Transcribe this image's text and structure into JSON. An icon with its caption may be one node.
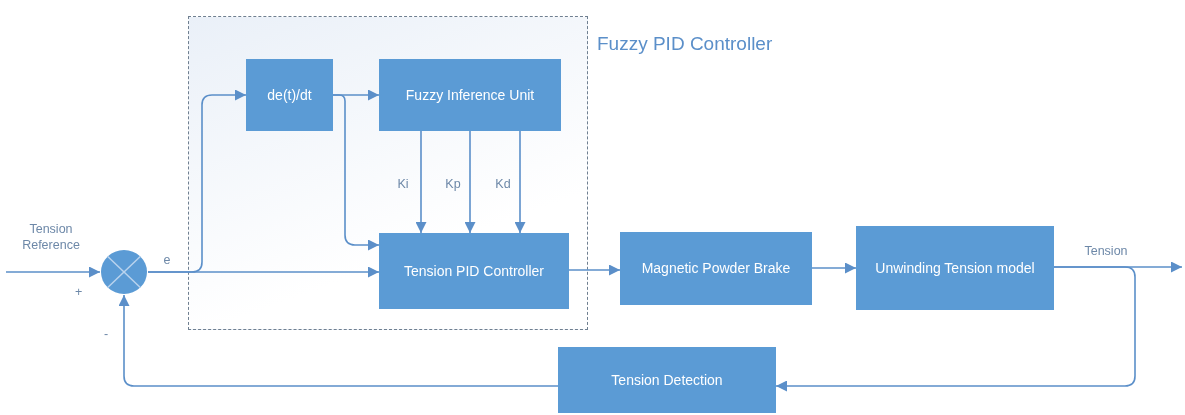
{
  "diagram": {
    "nodes": [
      {
        "text": [
          "Fuzzy PID Controller"
        ]
      },
      {
        "text": [],
        "shape": "circle"
      },
      {
        "text": [
          "de(t)/dt"
        ],
        "in": 0
      },
      {
        "text": [
          "Fuzzy Inference Unit"
        ],
        "in": 0
      },
      {
        "text": [
          "Tension PID Controller"
        ],
        "in": 0
      },
      {
        "text": [
          "Magnetic Powder Brake"
        ]
      },
      {
        "text": [
          "Unwinding Tension model"
        ]
      },
      {
        "text": [
          "Tension Detection"
        ]
      }
    ],
    "edges": [
      {
        "from": null,
        "to": 1,
        "arrow": "to",
        "label": "Tension Reference"
      },
      {
        "from": 1,
        "to": 4,
        "arrow": "to",
        "label": "e"
      },
      {
        "from": 1,
        "to": 2,
        "arrow": "to"
      },
      {
        "from": 2,
        "to": 3,
        "arrow": "to"
      },
      {
        "from": 2,
        "to": 4,
        "arrow": "to"
      },
      {
        "from": 3,
        "to": 4,
        "arrow": "to",
        "label": "Ki"
      },
      {
        "from": 3,
        "to": 4,
        "arrow": "to",
        "label": "Kp"
      },
      {
        "from": 3,
        "to": 4,
        "arrow": "to",
        "label": "Kd"
      },
      {
        "from": 4,
        "to": 5,
        "arrow": "to"
      },
      {
        "from": 5,
        "to": 6,
        "arrow": "to"
      },
      {
        "from": 6,
        "to": null,
        "arrow": "to",
        "label": "Tension"
      },
      {
        "from": 6,
        "to": 7,
        "arrow": "to"
      },
      {
        "from": 7,
        "to": 1,
        "arrow": "to"
      }
    ],
    "labels": [
      "+",
      "-"
    ]
  }
}
